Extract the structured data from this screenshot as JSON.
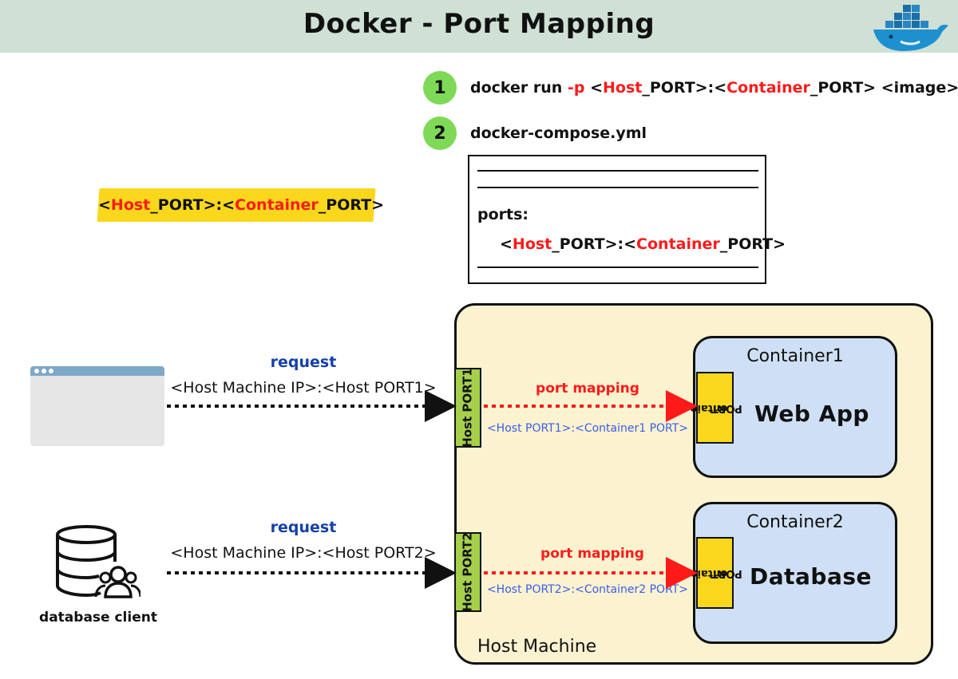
{
  "header": {
    "title": "Docker - Port Mapping",
    "logo_icon": "docker-whale-icon",
    "bg_color": "#cfe0d5"
  },
  "steps": [
    {
      "number": "1",
      "parts": [
        "docker run ",
        "-p",
        " <",
        "Host",
        "_PORT>:<",
        "Container",
        "_PORT> <image>"
      ]
    },
    {
      "number": "2",
      "text": "docker-compose.yml"
    }
  ],
  "compose": {
    "key": "ports:",
    "mapping_parts": [
      "<",
      "Host",
      "_PORT>:<",
      "Container",
      "_PORT>"
    ]
  },
  "highlight": {
    "parts": [
      "<",
      "Host",
      "_PORT>:<",
      "Container",
      "_PORT>"
    ],
    "color": "#f9d71c"
  },
  "clients": [
    {
      "icon": "browser-window-icon",
      "request_label": "request",
      "address": "<Host Machine IP>:<Host PORT1>"
    },
    {
      "icon": "database-client-icon",
      "label": "database client",
      "request_label": "request",
      "address": "<Host Machine IP>:<Host PORT2>"
    }
  ],
  "host_machine": {
    "label": "Host Machine",
    "bg_color": "#fbf2d0",
    "ports": [
      "Host PORT1",
      "Host PORT2"
    ],
    "mappings": [
      {
        "label": "port mapping",
        "detail": "<Host PORT1>:<Container1 PORT>"
      },
      {
        "label": "port mapping",
        "detail": "<Host PORT2>:<Container2 PORT>"
      }
    ],
    "containers": [
      {
        "title": "Container1",
        "port_line1": "Container1",
        "port_line2": "PORT",
        "app": "Web App"
      },
      {
        "title": "Container2",
        "port_line1": "Container2",
        "port_line2": "PORT",
        "app": "Database"
      }
    ]
  },
  "colors": {
    "accent_red": "#ff1a1a",
    "request_blue": "#1640a8",
    "mapping_blue": "#3a5ee8",
    "step_green": "#7ed957",
    "host_port_green": "#a6cf4a",
    "container_blue": "#cfe0f6"
  }
}
